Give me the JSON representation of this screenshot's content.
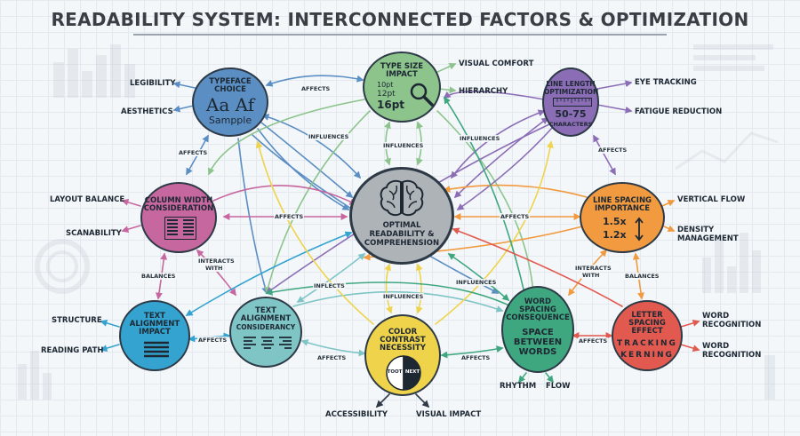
{
  "title": "READABILITY SYSTEM: INTERCONNECTED FACTORS & OPTIMIZATION",
  "colors": {
    "typeface": "#5b8ec3",
    "type_size": "#8cc48c",
    "line_length": "#8b6db6",
    "column_width": "#c7679f",
    "center": "#aeb3b8",
    "line_spacing": "#f19a3f",
    "text_alignment_impact": "#34a3cf",
    "text_alignment_consistency": "#7fc5c6",
    "color_contrast": "#efd34b",
    "word_spacing": "#3fa77f",
    "letter_spacing": "#e25a4f",
    "outline": "#2d3a46"
  },
  "nodes": {
    "typeface": {
      "title": [
        "TYPEFACE",
        "CHOICE"
      ],
      "sample_large": "Aa Af",
      "sample_small": "Sampple"
    },
    "type_size": {
      "title": [
        "TYPE SIZE",
        "IMPACT"
      ],
      "sizes": [
        "10pt",
        "12pt",
        "16pt"
      ]
    },
    "line_length": {
      "title": [
        "LINE LENGTH",
        "OPTIMIZATION"
      ],
      "range": "50-75",
      "unit": "CHARACTERS"
    },
    "column_width": {
      "title": [
        "COLUMN WIDTH",
        "CONSIDERATION"
      ]
    },
    "center": {
      "title": [
        "OPTIMAL",
        "READABILITY &",
        "COMPREHENSION"
      ]
    },
    "line_spacing": {
      "title": [
        "LINE SPACING",
        "IMPORTANCE"
      ],
      "values": [
        "1.5x",
        "1.2x"
      ]
    },
    "text_alignment_impact": {
      "title": [
        "TEXT",
        "ALIGNMENT",
        "IMPACT"
      ]
    },
    "text_alignment_consistency": {
      "title": [
        "TEXT",
        "ALIGNMENT",
        "CONSIDERANCY"
      ]
    },
    "color_contrast": {
      "title": [
        "COLOR",
        "CONTRAST",
        "NECESSITY"
      ],
      "left_text": "TOOT",
      "right_text": "NEXT"
    },
    "word_spacing": {
      "title": [
        "WORD",
        "SPACING",
        "CONSEQUENCE"
      ],
      "sub": [
        "SPACE",
        "BETWEEN",
        "WORDS"
      ]
    },
    "letter_spacing": {
      "title": [
        "LETTER",
        "SPACING",
        "EFFECT"
      ],
      "sub": [
        "TRACKING",
        "KERNING"
      ]
    }
  },
  "outcomes": {
    "legibility": "LEGIBILITY",
    "aesthetics": "AESTHETICS",
    "visual_comfort": "VISUAL COMFORT",
    "hierarchy": "HIERARCHY",
    "eye_tracking": "EYE TRACKING",
    "fatigue_reduction": "FATIGUE REDUCTION",
    "layout_balance": "LAYOUT BALANCE",
    "scanability": "SCANABILITY",
    "vertical_flow": "VERTICAL FLOW",
    "density_management": [
      "DENSITY",
      "MANAGEMENT"
    ],
    "structure": "STRUCTURE",
    "reading_path": "READING PATH",
    "word_recognition_1": [
      "WORD",
      "RECOGNITION"
    ],
    "word_recognition_2": [
      "WORD",
      "RECOGNITION"
    ],
    "rhythm": "RHYTHM",
    "flow": "FLOW",
    "accessibility": "ACCESSIBILITY",
    "visual_impact": "VISUAL IMPACT"
  },
  "edge_labels": {
    "typeface_to_type_size": "AFFECTS",
    "typeface_to_center": "INFLUENCES",
    "type_size_to_center": "INFLUENCES",
    "line_length_to_center": "INFLUENCES",
    "typeface_to_column": "AFFECTS",
    "line_length_to_line_spacing": "AFFECTS",
    "column_to_center": "AFFECTS",
    "line_spacing_to_center": "AFFECTS",
    "column_to_alignment": [
      "INTERACTS",
      "WITH"
    ],
    "line_spacing_to_word": [
      "INTERACTS",
      "WITH"
    ],
    "column_to_alignment_impact": "BALANCES",
    "line_spacing_to_letter": "BALANCES",
    "alignment_to_center": "INFLECTS",
    "contrast_to_center": "INFLUENCES",
    "word_to_center": "INFLUENCES",
    "alignment_impact_to_consistency": "AFFECTS",
    "consistency_to_contrast": "AFFECTS",
    "word_to_contrast": "AFFECTS",
    "letter_to_word": "AFFECTS"
  }
}
